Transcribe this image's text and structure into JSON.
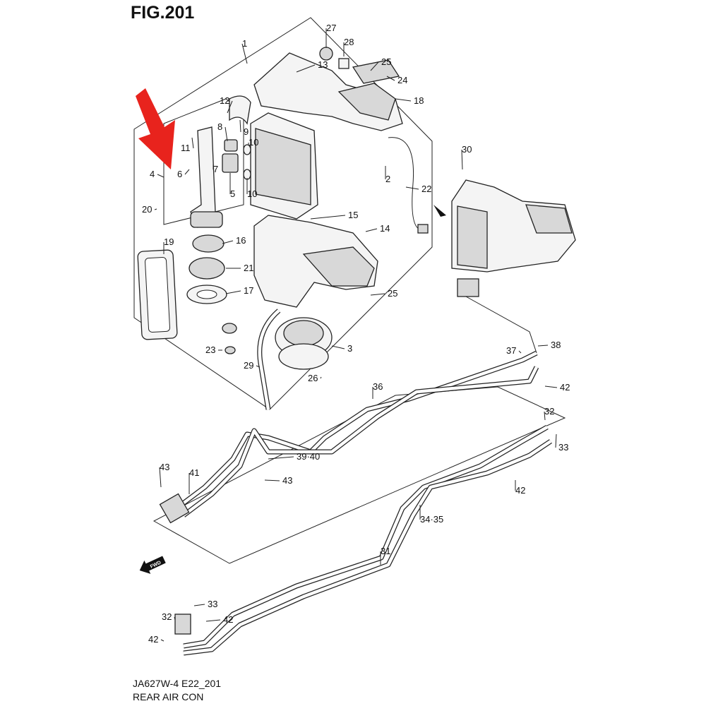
{
  "figure": {
    "title": "FIG.201",
    "code": "JA627W-4 E22_201",
    "caption": "REAR AIR CON",
    "fwd_label": "FWD"
  },
  "callouts": [
    "1",
    "27",
    "28",
    "13",
    "25",
    "24",
    "18",
    "12",
    "8",
    "9",
    "11",
    "10",
    "7",
    "6",
    "4",
    "5",
    "10",
    "2",
    "22",
    "20",
    "15",
    "14",
    "16",
    "19",
    "21",
    "17",
    "25",
    "3",
    "23",
    "29",
    "26",
    "36",
    "30",
    "37",
    "38",
    "42",
    "32",
    "33",
    "39·40",
    "43",
    "41",
    "43",
    "42",
    "34·35",
    "31",
    "33",
    "32",
    "42",
    "42"
  ],
  "colors": {
    "arrow": "#e8231d",
    "line": "#222222"
  }
}
